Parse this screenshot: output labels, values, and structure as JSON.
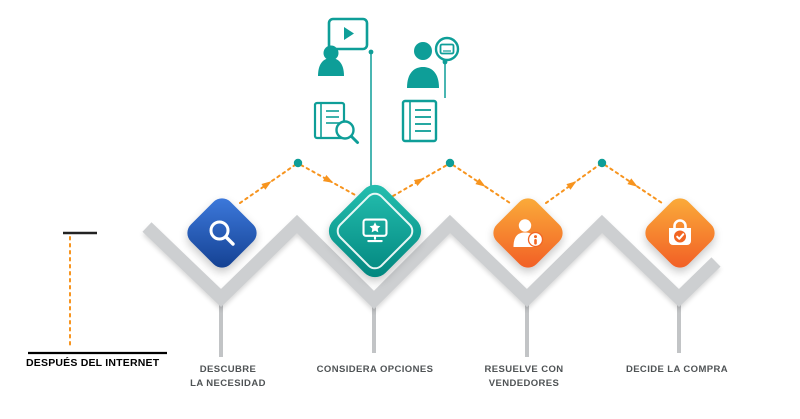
{
  "title": {
    "label": "DESPUÉS DEL INTERNET"
  },
  "stages": [
    {
      "name": "descubre-la-necesidad",
      "icon": "magnifier-icon",
      "color_start": "#3F7CE0",
      "color_end": "#123E8E",
      "label_line1": "DESCUBRE",
      "label_line2": "LA NECESIDAD"
    },
    {
      "name": "considera-opciones",
      "icon": "computer-star-icon",
      "color_start": "#27C2B2",
      "color_end": "#00837C",
      "label_line1": "CONSIDERA OPCIONES",
      "label_line2": ""
    },
    {
      "name": "resuelve-con-vendedores",
      "icon": "salesperson-info-icon",
      "color_start": "#FBB03B",
      "color_end": "#F15A24",
      "label_line1": "RESUELVE CON",
      "label_line2": "VENDEDORES"
    },
    {
      "name": "decide-la-compra",
      "icon": "shopping-bag-check-icon",
      "color_start": "#FBB03B",
      "color_end": "#F15A24",
      "label_line1": "DECIDE LA COMPRA",
      "label_line2": ""
    }
  ],
  "floating_icons": [
    "video-chat-icon",
    "person-id-badge-icon",
    "book-search-icon",
    "ledger-icon"
  ],
  "decorations": {
    "ribbon_color": "#CDCFD1",
    "stem_color": "#C2C4C6",
    "dotted_line_color": "#F7941E",
    "apex_dot_color": "#0E9E98",
    "icon_teal": "#0E9E98",
    "label_color": "#4F5355",
    "title_color": "#000000",
    "background": "#FFFFFF"
  }
}
